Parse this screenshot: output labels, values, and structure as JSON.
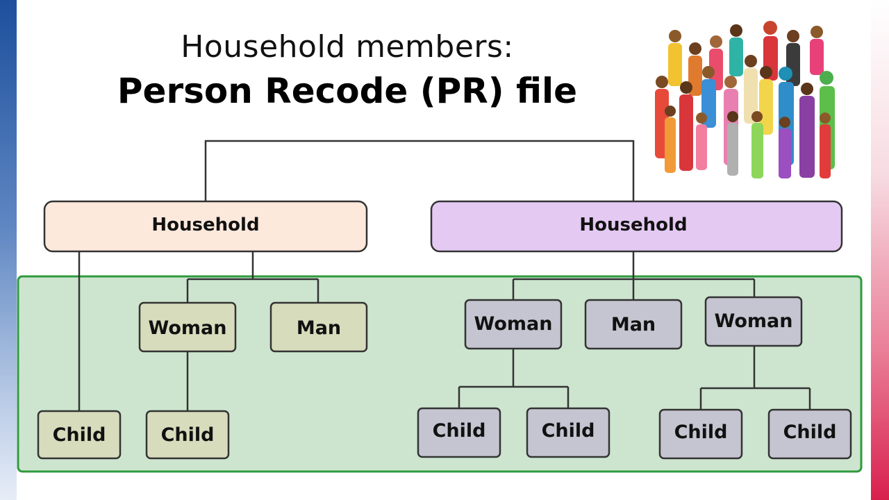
{
  "title": {
    "line1": "Household members:",
    "line2": "Person Recode (PR) file"
  },
  "nodes": {
    "household_left": "Household",
    "household_right": "Household",
    "woman_left": "Woman",
    "man_left": "Man",
    "child_left_1": "Child",
    "child_left_2": "Child",
    "woman_right_1": "Woman",
    "man_right": "Man",
    "woman_right_2": "Woman",
    "child_right_1": "Child",
    "child_right_2": "Child",
    "child_right_3": "Child",
    "child_right_4": "Child"
  },
  "colors": {
    "household_left_fill": "#fde8dc",
    "household_right_fill": "#e4c9f3",
    "members_area_fill": "#cde5cf",
    "members_area_border": "#2f9a3c",
    "left_member_fill": "#d7dcbc",
    "right_member_fill": "#c5c5d1"
  },
  "illustration": "crowd-of-people"
}
